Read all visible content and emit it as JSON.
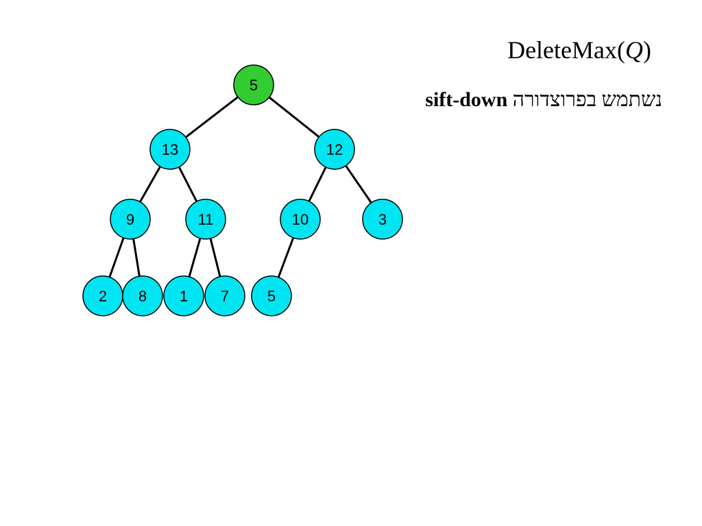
{
  "title": {
    "prefix": "DeleteMax(",
    "argument": "Q",
    "suffix": ")"
  },
  "subtitle": {
    "hebrew_text": "נשתמש בפרוצדורה",
    "algorithm": "sift-down"
  },
  "colors": {
    "node_default": "#00e5f2",
    "node_highlight": "#33cc33",
    "edge": "#000000"
  },
  "heap": {
    "nodes": [
      {
        "id": "n0",
        "value": "5",
        "highlight": true
      },
      {
        "id": "n1",
        "value": "13",
        "highlight": false
      },
      {
        "id": "n2",
        "value": "12",
        "highlight": false
      },
      {
        "id": "n3",
        "value": "9",
        "highlight": false
      },
      {
        "id": "n4",
        "value": "11",
        "highlight": false
      },
      {
        "id": "n5",
        "value": "10",
        "highlight": false
      },
      {
        "id": "n6",
        "value": "3",
        "highlight": false
      },
      {
        "id": "n7",
        "value": "2",
        "highlight": false
      },
      {
        "id": "n8",
        "value": "8",
        "highlight": false
      },
      {
        "id": "n9",
        "value": "1",
        "highlight": false
      },
      {
        "id": "n10",
        "value": "7",
        "highlight": false
      },
      {
        "id": "n11",
        "value": "5",
        "highlight": false
      }
    ],
    "edges": [
      [
        "n0",
        "n1"
      ],
      [
        "n0",
        "n2"
      ],
      [
        "n1",
        "n3"
      ],
      [
        "n1",
        "n4"
      ],
      [
        "n2",
        "n5"
      ],
      [
        "n2",
        "n6"
      ],
      [
        "n3",
        "n7"
      ],
      [
        "n3",
        "n8"
      ],
      [
        "n4",
        "n9"
      ],
      [
        "n4",
        "n10"
      ],
      [
        "n5",
        "n11"
      ]
    ]
  }
}
